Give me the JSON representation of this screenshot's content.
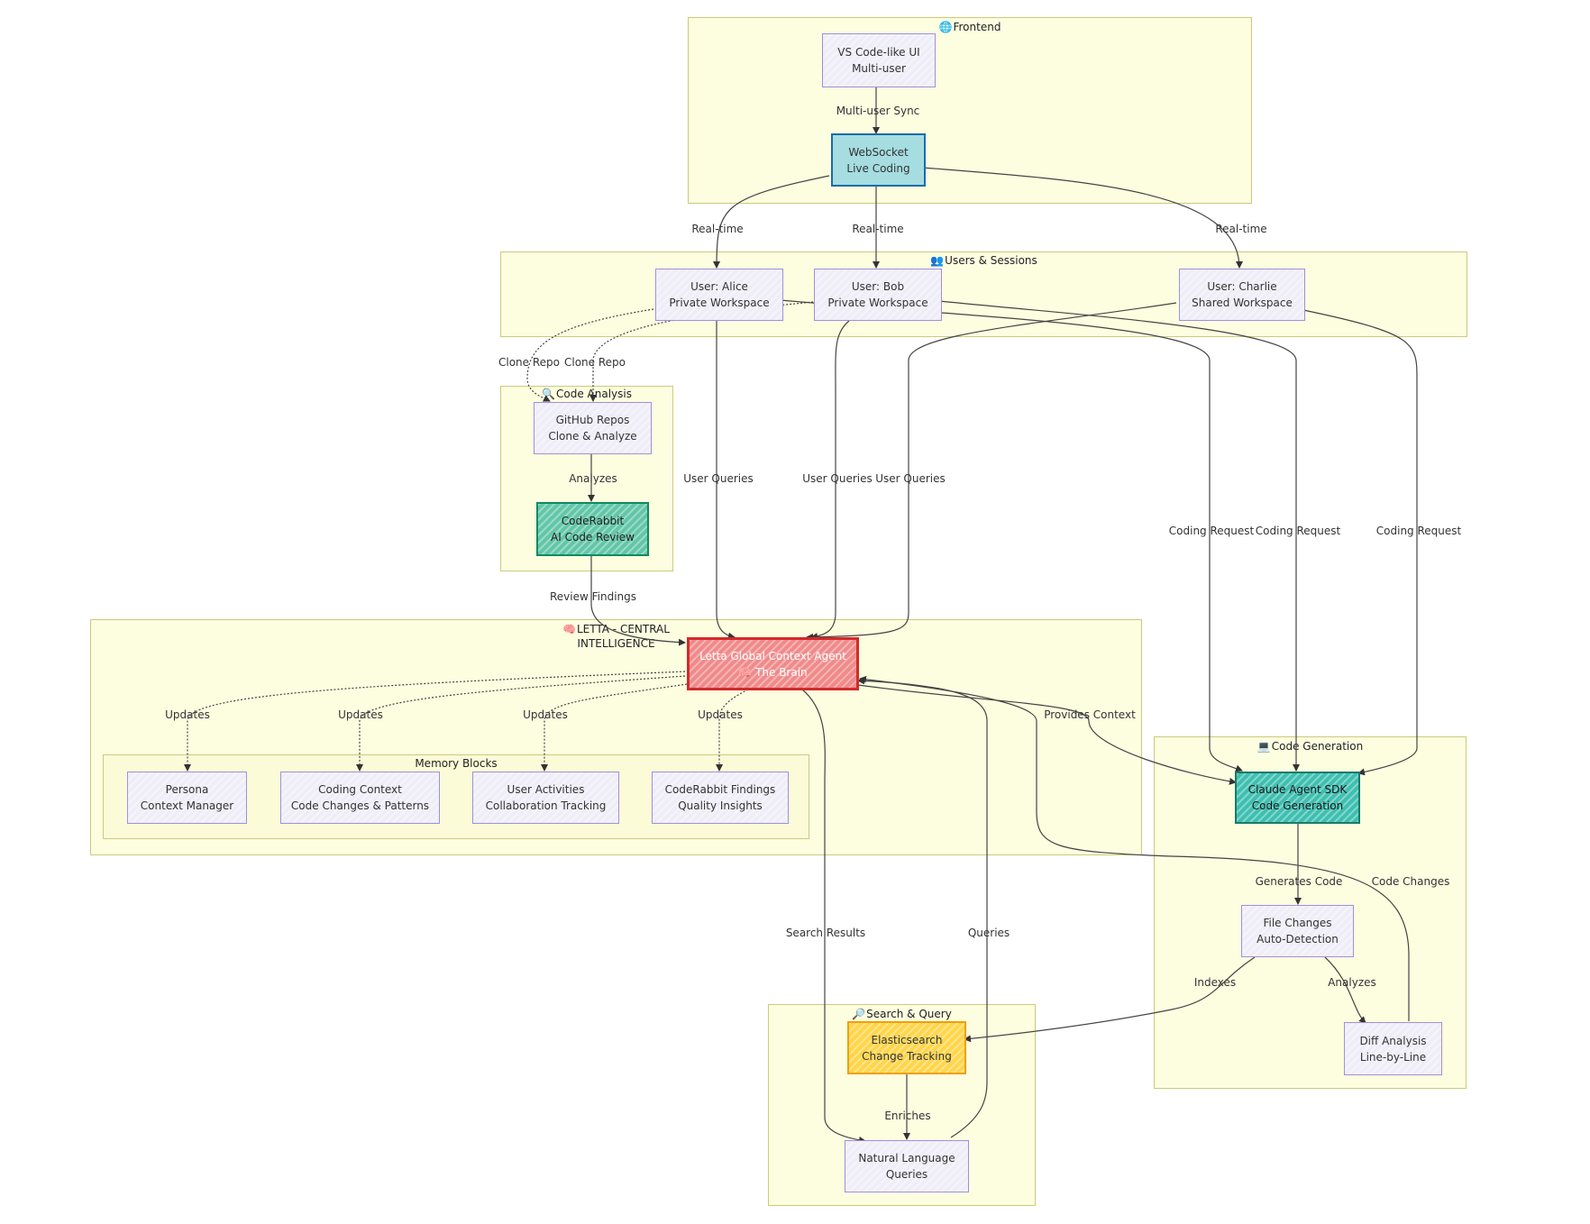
{
  "clusters": {
    "frontend": {
      "icon": "🌐",
      "title": "Frontend"
    },
    "users": {
      "icon": "👥",
      "title": "Users & Sessions"
    },
    "code_analysis": {
      "icon": "🔍",
      "title": "Code Analysis"
    },
    "letta": {
      "icon": "🧠",
      "title_line1": "LETTA - CENTRAL",
      "title_line2": "INTELLIGENCE"
    },
    "memory_blocks": {
      "title": "Memory Blocks"
    },
    "code_generation": {
      "icon": "💻",
      "title": "Code Generation"
    },
    "search": {
      "icon": "🔎",
      "title": "Search & Query"
    }
  },
  "nodes": {
    "vscode": {
      "line1": "VS Code-like UI",
      "line2": "Multi-user"
    },
    "websocket": {
      "line1": "WebSocket",
      "line2": "Live Coding"
    },
    "alice": {
      "line1": "User: Alice",
      "line2": "Private Workspace"
    },
    "bob": {
      "line1": "User: Bob",
      "line2": "Private Workspace"
    },
    "charlie": {
      "line1": "User: Charlie",
      "line2": "Shared Workspace"
    },
    "github": {
      "line1": "GitHub Repos",
      "line2": "Clone & Analyze"
    },
    "coderabbit": {
      "line1": "CodeRabbit",
      "line2": "AI Code Review"
    },
    "letta_agent": {
      "line1": "Letta Global Context Agent",
      "line2": "🧠 The Brain"
    },
    "persona": {
      "line1": "Persona",
      "line2": "Context Manager"
    },
    "coding_context": {
      "line1": "Coding Context",
      "line2": "Code Changes & Patterns"
    },
    "user_activities": {
      "line1": "User Activities",
      "line2": "Collaboration Tracking"
    },
    "cr_findings": {
      "line1": "CodeRabbit Findings",
      "line2": "Quality Insights"
    },
    "claude": {
      "line1": "Claude Agent SDK",
      "line2": "Code Generation"
    },
    "file_changes": {
      "line1": "File Changes",
      "line2": "Auto-Detection"
    },
    "diff": {
      "line1": "Diff Analysis",
      "line2": "Line-by-Line"
    },
    "elasticsearch": {
      "line1": "Elasticsearch",
      "line2": "Change Tracking"
    },
    "nlq": {
      "line1": "Natural Language",
      "line2": "Queries"
    }
  },
  "edge_labels": {
    "multi_user_sync": "Multi-user Sync",
    "realtime_alice": "Real-time",
    "realtime_bob": "Real-time",
    "realtime_charlie": "Real-time",
    "clone_repo_1": "Clone Repo",
    "clone_repo_2": "Clone Repo",
    "analyzes_1": "Analyzes",
    "user_queries_alice": "User Queries",
    "user_queries_bob": "User Queries",
    "user_queries_charlie": "User Queries",
    "coding_request_1": "Coding Request",
    "coding_request_2": "Coding Request",
    "coding_request_3": "Coding Request",
    "review_findings": "Review Findings",
    "updates_1": "Updates",
    "updates_2": "Updates",
    "updates_3": "Updates",
    "updates_4": "Updates",
    "provides_context": "Provides Context",
    "generates_code": "Generates Code",
    "code_changes": "Code Changes",
    "search_results": "Search Results",
    "queries": "Queries",
    "indexes": "Indexes",
    "analyzes_2": "Analyzes",
    "enriches": "Enriches"
  },
  "colors": {
    "cluster_fill": "#fdfde0",
    "default_node": "#efeef8",
    "websocket": "#a5dde0",
    "coderabbit": "#62c6a8",
    "claude": "#3ebfb0",
    "letta": "#f08a8a",
    "elasticsearch": "#ffd54a"
  }
}
